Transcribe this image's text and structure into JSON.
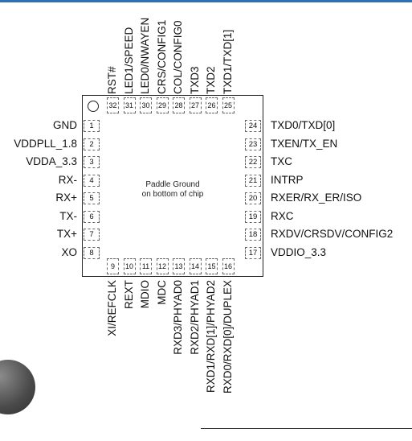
{
  "paddle": {
    "line1": "Paddle Ground",
    "line2": "on bottom of chip"
  },
  "left_pins": [
    {
      "num": "1",
      "name": "GND"
    },
    {
      "num": "2",
      "name": "VDDPLL_1.8"
    },
    {
      "num": "3",
      "name": "VDDA_3.3"
    },
    {
      "num": "4",
      "name": "RX-"
    },
    {
      "num": "5",
      "name": "RX+"
    },
    {
      "num": "6",
      "name": "TX-"
    },
    {
      "num": "7",
      "name": "TX+"
    },
    {
      "num": "8",
      "name": "XO"
    }
  ],
  "bottom_pins": [
    {
      "num": "9",
      "name": "XI/REFCLK"
    },
    {
      "num": "10",
      "name": "REXT"
    },
    {
      "num": "11",
      "name": "MDIO"
    },
    {
      "num": "12",
      "name": "MDC"
    },
    {
      "num": "13",
      "name": "RXD3/PHYAD0"
    },
    {
      "num": "14",
      "name": "RXD2/PHYAD1"
    },
    {
      "num": "15",
      "name": "RXD1/RXD[1]/PHYAD2"
    },
    {
      "num": "16",
      "name": "RXD0/RXD[0]/DUPLEX"
    }
  ],
  "right_pins": [
    {
      "num": "24",
      "name": "TXD0/TXD[0]"
    },
    {
      "num": "23",
      "name": "TXEN/TX_EN"
    },
    {
      "num": "22",
      "name": "TXC"
    },
    {
      "num": "21",
      "name": "INTRP"
    },
    {
      "num": "20",
      "name": "RXER/RX_ER/ISO"
    },
    {
      "num": "19",
      "name": "RXC"
    },
    {
      "num": "18",
      "name": "RXDV/CRSDV/CONFIG2"
    },
    {
      "num": "17",
      "name": "VDDIO_3.3"
    }
  ],
  "top_pins": [
    {
      "num": "32",
      "name": "RST#"
    },
    {
      "num": "31",
      "name": "LED1/SPEED"
    },
    {
      "num": "30",
      "name": "LED0/NWAYEN"
    },
    {
      "num": "29",
      "name": "CRS/CONFIG1"
    },
    {
      "num": "28",
      "name": "COL/CONFIG0"
    },
    {
      "num": "27",
      "name": "TXD3"
    },
    {
      "num": "26",
      "name": "TXD2"
    },
    {
      "num": "25",
      "name": "TXD1/TXD[1]"
    }
  ]
}
